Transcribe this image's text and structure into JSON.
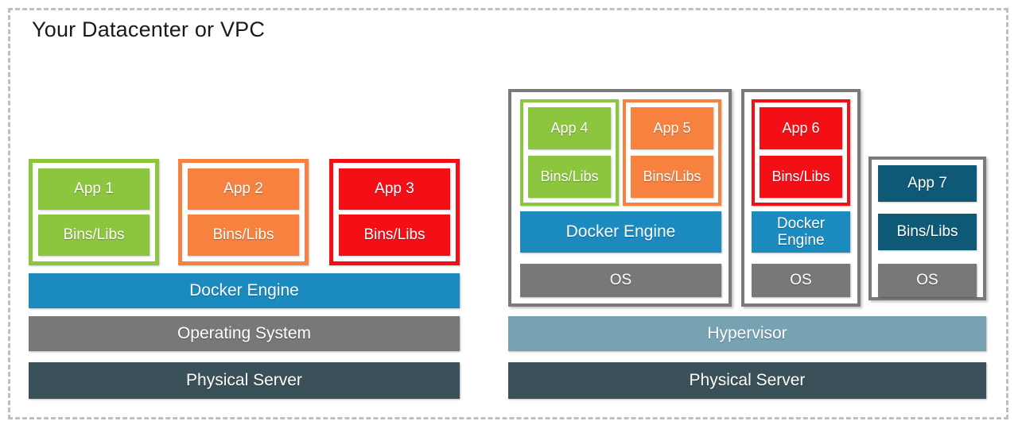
{
  "diagram": {
    "title": "Your Datacenter or VPC",
    "boundary_style": "dashed",
    "boundary_color": "#bfbfbf"
  },
  "palette": {
    "green": "#8CC63F",
    "orange": "#F7813E",
    "red": "#F40F17",
    "teal": "#0E5A76",
    "docker_blue": "#1B8BBF",
    "os_gray": "#77787A",
    "physical_server": "#3A5159",
    "hypervisor": "#76A2B1",
    "vm_border": "#7A7A7A",
    "white": "#FFFFFF",
    "title_text": "#1A1A1A"
  },
  "labels": {
    "bins_libs": "Bins/Libs",
    "docker_engine": "Docker Engine",
    "operating_system": "Operating System",
    "physical_server": "Physical Server",
    "hypervisor": "Hypervisor",
    "os": "OS"
  },
  "left_stack": {
    "name": "container-host-stack",
    "containers": [
      {
        "app": "App 1",
        "bins": "Bins/Libs",
        "color": "#8CC63F"
      },
      {
        "app": "App 2",
        "bins": "Bins/Libs",
        "color": "#F7813E"
      },
      {
        "app": "App 3",
        "bins": "Bins/Libs",
        "color": "#F40F17"
      }
    ],
    "layers": [
      {
        "label": "Docker Engine",
        "color": "#1B8BBF"
      },
      {
        "label": "Operating System",
        "color": "#77787A"
      },
      {
        "label": "Physical Server",
        "color": "#3A5159"
      }
    ]
  },
  "right_stack": {
    "name": "virtual-machine-host-stack",
    "vms": [
      {
        "name": "vm-1",
        "containers": [
          {
            "app": "App 4",
            "bins": "Bins/Libs",
            "color": "#8CC63F"
          },
          {
            "app": "App 5",
            "bins": "Bins/Libs",
            "color": "#F7813E"
          }
        ],
        "layers": [
          {
            "label": "Docker Engine",
            "color": "#1B8BBF"
          },
          {
            "label": "OS",
            "color": "#77787A"
          }
        ]
      },
      {
        "name": "vm-2",
        "containers": [
          {
            "app": "App 6",
            "bins": "Bins/Libs",
            "color": "#F40F17"
          }
        ],
        "layers": [
          {
            "label": "Docker Engine",
            "color": "#1B8BBF"
          },
          {
            "label": "OS",
            "color": "#77787A"
          }
        ]
      },
      {
        "name": "vm-3",
        "blocks": [
          {
            "label": "App 7",
            "color": "#0E5A76"
          },
          {
            "label": "Bins/Libs",
            "color": "#0E5A76"
          }
        ],
        "layers": [
          {
            "label": "OS",
            "color": "#77787A"
          }
        ]
      }
    ],
    "layers": [
      {
        "label": "Hypervisor",
        "color": "#76A2B1"
      },
      {
        "label": "Physical Server",
        "color": "#3A5159"
      }
    ]
  }
}
